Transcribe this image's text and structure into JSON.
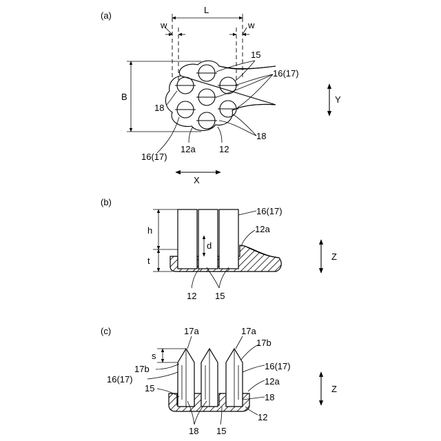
{
  "figure_a": {
    "panel": "(a)",
    "dim_L": "L",
    "dim_w_left": "w",
    "dim_w_right": "w",
    "dim_B": "B",
    "ref_15": "15",
    "ref_16_17_upper": "16(17)",
    "ref_18_left": "18",
    "ref_18_right": "18",
    "ref_16_17_lower": "16(17)",
    "ref_12a": "12a",
    "ref_12": "12",
    "axis_x": "X",
    "axis_y": "Y"
  },
  "figure_b": {
    "panel": "(b)",
    "dim_h": "h",
    "dim_t": "t",
    "dim_d": "d",
    "ref_16_17": "16(17)",
    "ref_12a": "12a",
    "ref_12": "12",
    "ref_15": "15",
    "axis_z": "Z"
  },
  "figure_c": {
    "panel": "(c)",
    "dim_s": "s",
    "ref_17a_left": "17a",
    "ref_17a_right": "17a",
    "ref_17b_left": "17b",
    "ref_17b_right": "17b",
    "ref_16_17_left": "16(17)",
    "ref_16_17_right": "16(17)",
    "ref_15": "15",
    "ref_12a": "12a",
    "ref_18_right": "18",
    "ref_12": "12",
    "ref_18_bottom": "18",
    "ref_15_bottom": "15",
    "axis_z": "Z"
  }
}
